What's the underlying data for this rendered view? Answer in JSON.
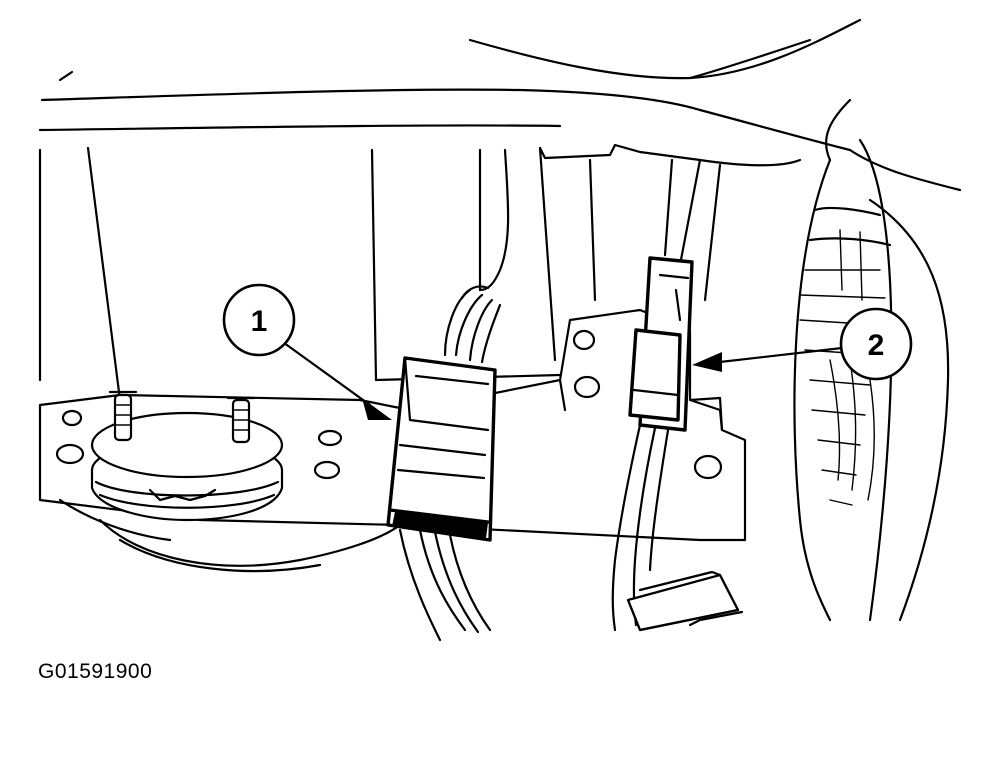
{
  "callouts": [
    {
      "label": "1"
    },
    {
      "label": "2"
    }
  ],
  "figure_code": "G01591900"
}
